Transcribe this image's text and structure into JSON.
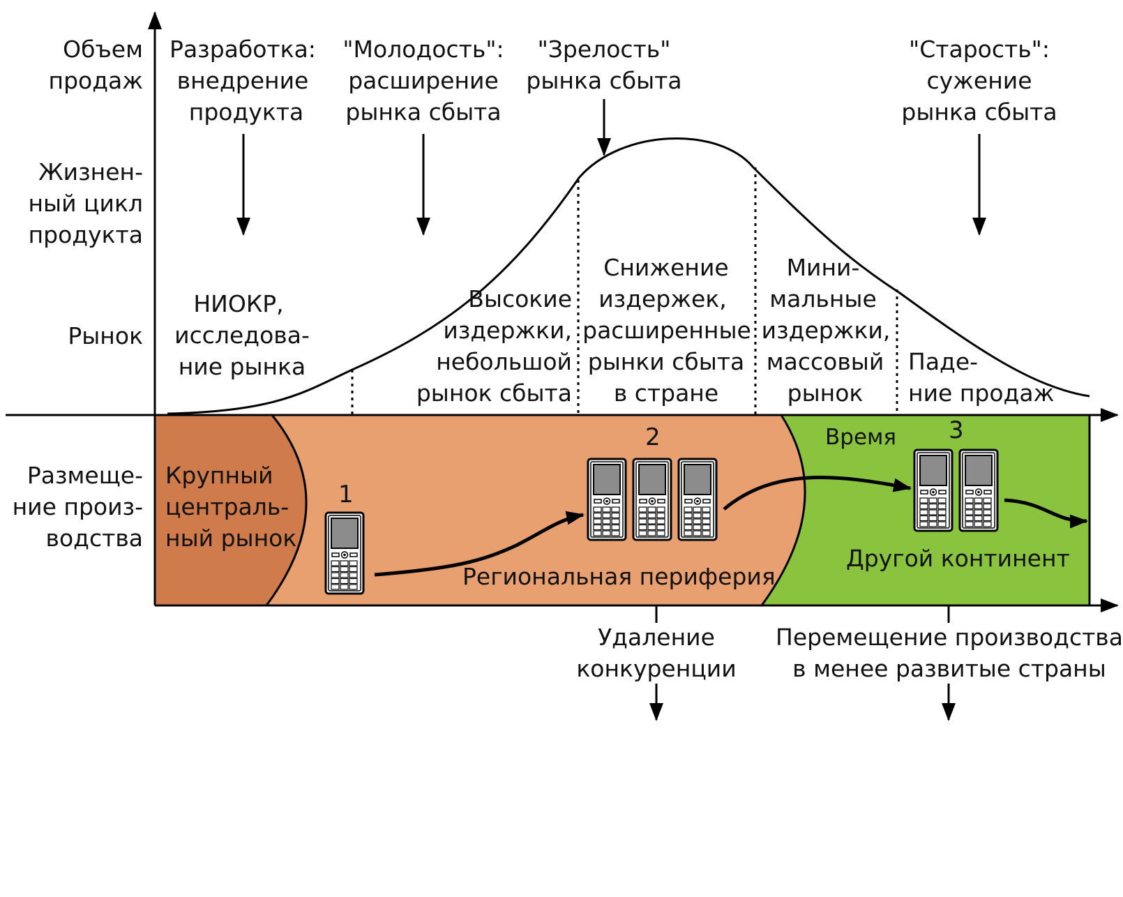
{
  "colors": {
    "central_market": "#cf7b4b",
    "regional_periphery": "#e8a070",
    "other_continent": "#8ac43f",
    "axis": "#000000",
    "phone_screen": "#8c8c8c"
  },
  "left_labels": {
    "sales_volume": [
      "Объем",
      "продаж"
    ],
    "life_cycle": [
      "Жизнен-",
      "ный цикл",
      "продукта"
    ],
    "market": "Рынок",
    "production": [
      "Размеще-",
      "ние произ-",
      "водства"
    ]
  },
  "stages": {
    "development": [
      "Разработка:",
      "внедрение",
      "продукта"
    ],
    "youth": [
      "\"Молодость\":",
      "расширение",
      "рынка сбыта"
    ],
    "maturity": [
      "\"Зрелость\"",
      "рынка сбыта"
    ],
    "old_age": [
      "\"Старость\":",
      "сужение",
      "рынка сбыта"
    ]
  },
  "market_phases": {
    "rnd": [
      "НИОКР,",
      "исследова-",
      "ние рынка"
    ],
    "high_costs": [
      "Высокие",
      "издержки,",
      "небольшой",
      "рынок сбыта"
    ],
    "cost_reduction": [
      "Снижение",
      "издержек,",
      "расширенные",
      "рынки сбыта",
      "в стране"
    ],
    "minimal_costs": [
      "Мини-",
      "мальные",
      "издержки,",
      "массовый",
      "рынок"
    ],
    "decline": [
      "Паде-",
      "ние продаж"
    ]
  },
  "regions": {
    "central": [
      "Крупный",
      "централь-",
      "ный рынок"
    ],
    "periphery": "Региональная периферия",
    "continent": "Другой континент"
  },
  "time_label": "Время",
  "step_numbers": [
    "1",
    "2",
    "3"
  ],
  "bottom_notes": {
    "competition": [
      "Удаление",
      "конкуренции"
    ],
    "relocation": [
      "Перемещение производства",
      "в менее развитые страны"
    ]
  },
  "icons": [
    "mobile-phone-icon"
  ]
}
